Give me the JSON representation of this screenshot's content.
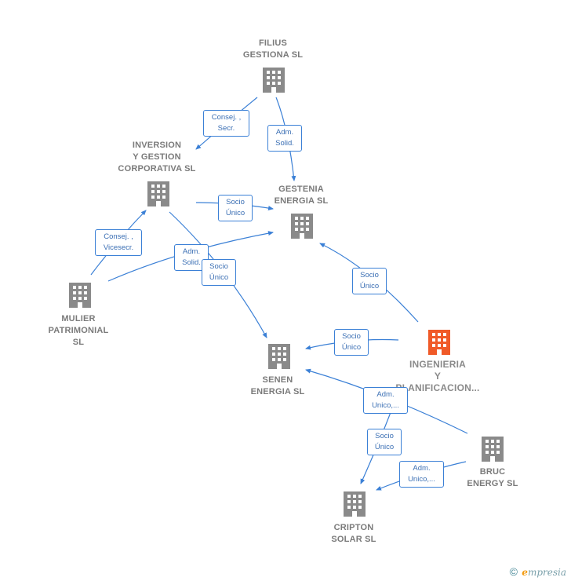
{
  "colors": {
    "edge": "#3b80d6",
    "node": "#8a8a8a",
    "focus_node": "#f05a28"
  },
  "nodes": {
    "filius": {
      "label": "FILIUS\nGESTIONA SL"
    },
    "inversion": {
      "label": "INVERSION\nY GESTION\nCORPORATIVA SL"
    },
    "gestenia": {
      "label": "GESTENIA\nENERGIA SL"
    },
    "mulier": {
      "label": "MULIER\nPATRIMONIAL\nSL"
    },
    "ingenieria": {
      "label": "INGENIERIA\nY\nPLANIFICACION..."
    },
    "senen": {
      "label": "SENEN\nENERGIA SL"
    },
    "bruc": {
      "label": "BRUC\nENERGY  SL"
    },
    "cripton": {
      "label": "CRIPTON\nSOLAR  SL"
    }
  },
  "edges": {
    "filius_inversion": "Consej. ,\nSecr.",
    "filius_gestenia": "Adm.\nSolid.",
    "inversion_gestenia": "Socio\nÚnico",
    "mulier_inversion": "Consej. ,\nVicesecr.",
    "mulier_gestenia": "Adm.\nSolid.",
    "inversion_senen": "Socio\nÚnico",
    "ingenieria_gestenia": "Socio\nÚnico",
    "ingenieria_senen": "Socio\nÚnico",
    "bruc_senen": "Adm.\nUnico,...",
    "senen_cripton": "Socio\nÚnico",
    "bruc_cripton": "Adm.\nUnico,..."
  },
  "footer": {
    "copyright": "©",
    "brand_initial": "e",
    "brand_rest": "mpresia"
  }
}
